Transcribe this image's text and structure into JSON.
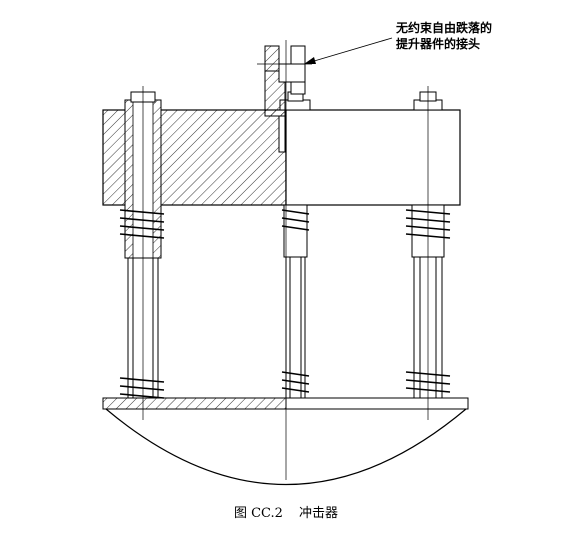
{
  "callout": {
    "line1": "无约束自由跌落的",
    "line2": "提升器件的接头"
  },
  "caption": {
    "figure_no": "图 CC.2",
    "title": "冲击器"
  },
  "colors": {
    "ink": "#000000",
    "paper": "#ffffff"
  }
}
